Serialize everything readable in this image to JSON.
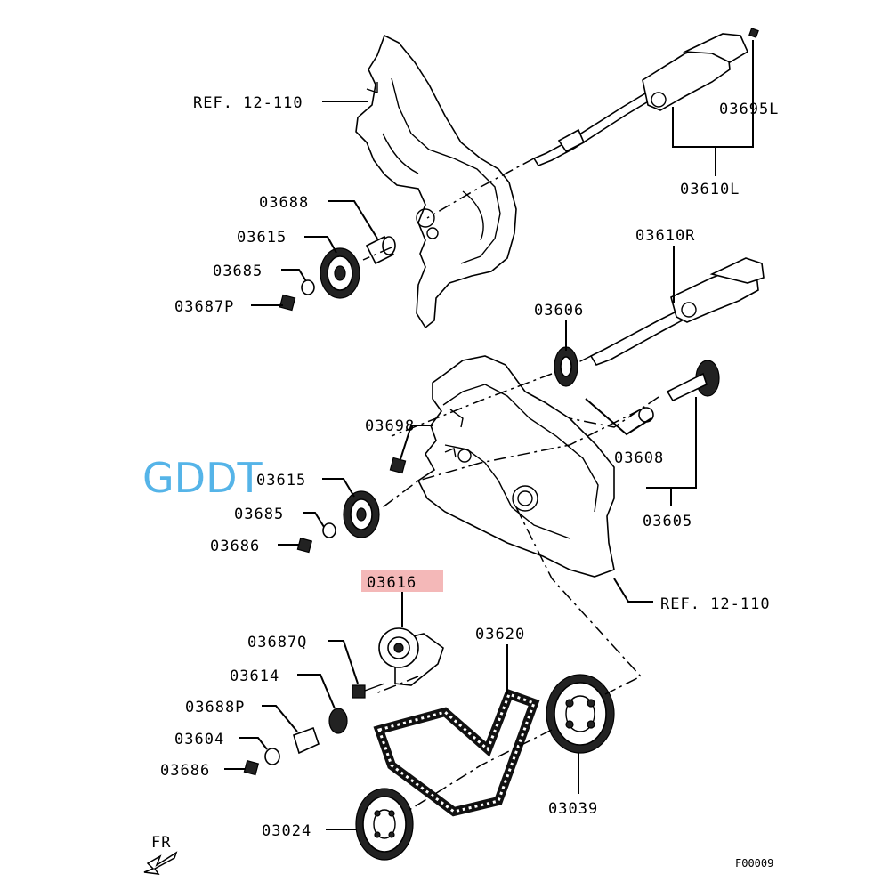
{
  "labels": {
    "ref_upper": "REF. 12-110",
    "ref_lower": "REF. 12-110",
    "p03695L": "03695L",
    "p03610L": "03610L",
    "p03688": "03688",
    "p03615_upper": "03615",
    "p03685_upper": "03685",
    "p03687P": "03687P",
    "p03610R": "03610R",
    "p03606": "03606",
    "p03698": "03698",
    "p03608": "03608",
    "p03615_lower": "03615",
    "p03685_lower": "03685",
    "p03686_upper": "03686",
    "p03605": "03605",
    "p03616": "03616",
    "p03687Q": "03687Q",
    "p03620": "03620",
    "p03614": "03614",
    "p03688P": "03688P",
    "p03604": "03604",
    "p03686_lower": "03686",
    "p03039": "03039",
    "p03024": "03024",
    "fr": "FR",
    "figure_code": "F00009"
  },
  "watermark": "GDDT",
  "colors": {
    "highlight": "#f4b8b8",
    "watermark": "#55b4e8",
    "line": "#000000"
  }
}
